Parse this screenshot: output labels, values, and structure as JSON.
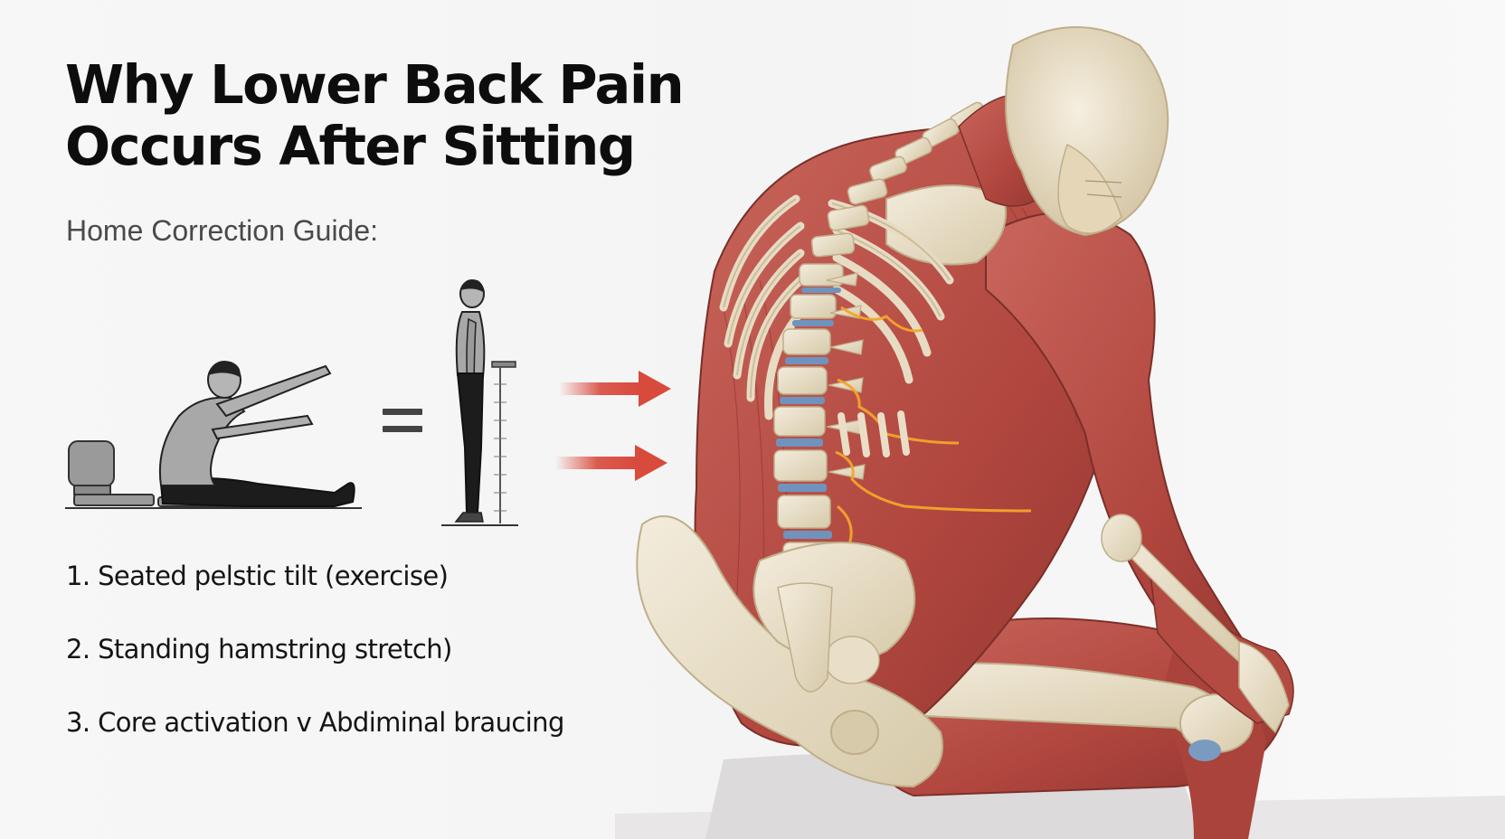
{
  "title_line1": "Why Lower Back Pain",
  "title_line2": "Occurs After Sitting",
  "subtitle": "Home Correction Guide:",
  "steps": [
    "1. Seated pelstic tilt (exercise)",
    "2. Standing hamstring stretch)",
    "3. Core activation v Abdiminal braucing"
  ],
  "colors": {
    "arrow": "#d84a3c",
    "muscle": "#b8524a",
    "bone": "#e6dcc4",
    "disc": "#6f93bd",
    "nerve": "#f2a52a",
    "title": "#0d0d0d"
  },
  "icons": [
    "seated-stretch-figure",
    "standing-figure",
    "equals-sign",
    "red-arrow",
    "anatomy-spine-model"
  ]
}
